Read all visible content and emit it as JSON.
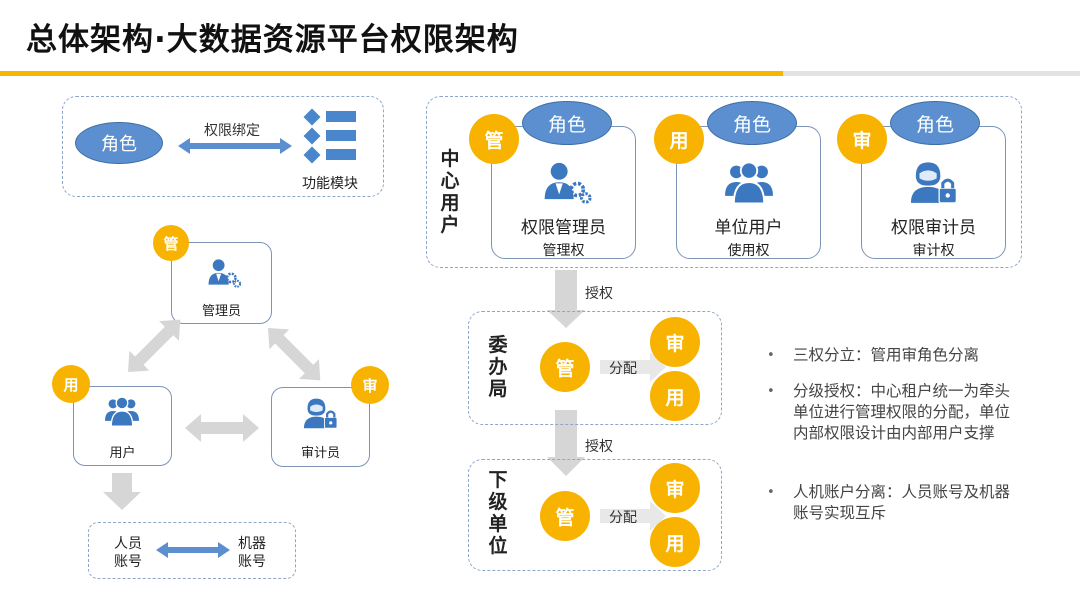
{
  "title": "总体架构·大数据资源平台权限架构",
  "colors": {
    "accent_gold": "#f6b700",
    "badge_gold": "#f8b300",
    "role_blue": "#5b8fcf",
    "icon_blue": "#3b78c0",
    "arrow_gray": "#d6d6d6",
    "dash_border": "#8ea6c8"
  },
  "binding": {
    "role_label": "角色",
    "arrow_label": "权限绑定",
    "module_label": "功能模块"
  },
  "triangle": {
    "admin": {
      "badge": "管",
      "label": "管理员"
    },
    "user": {
      "badge": "用",
      "label": "用户"
    },
    "auditor": {
      "badge": "审",
      "label": "审计员"
    },
    "account_person": "人员\n账号",
    "account_machine": "机器\n账号"
  },
  "center": {
    "label": "中\n心\n用\n户",
    "roles": [
      {
        "badge": "管",
        "role": "角色",
        "name": "权限管理员",
        "right": "管理权"
      },
      {
        "badge": "用",
        "role": "角色",
        "name": "单位用户",
        "right": "使用权"
      },
      {
        "badge": "审",
        "role": "角色",
        "name": "权限审计员",
        "right": "审计权"
      }
    ]
  },
  "grant_label_1": "授权",
  "grant_label_2": "授权",
  "committee": {
    "label": "委\n办\n局",
    "manage": "管",
    "assign": "分配",
    "audit": "审",
    "use": "用"
  },
  "subunit": {
    "label": "下\n级\n单\n位",
    "manage": "管",
    "assign": "分配",
    "audit": "审",
    "use": "用"
  },
  "bullets": [
    "三权分立：管用审角色分离",
    "分级授权：中心租户统一为牵头单位进行管理权限的分配，单位内部权限设计由内部用户支撑",
    "人机账户分离：人员账号及机器账号实现互斥"
  ]
}
